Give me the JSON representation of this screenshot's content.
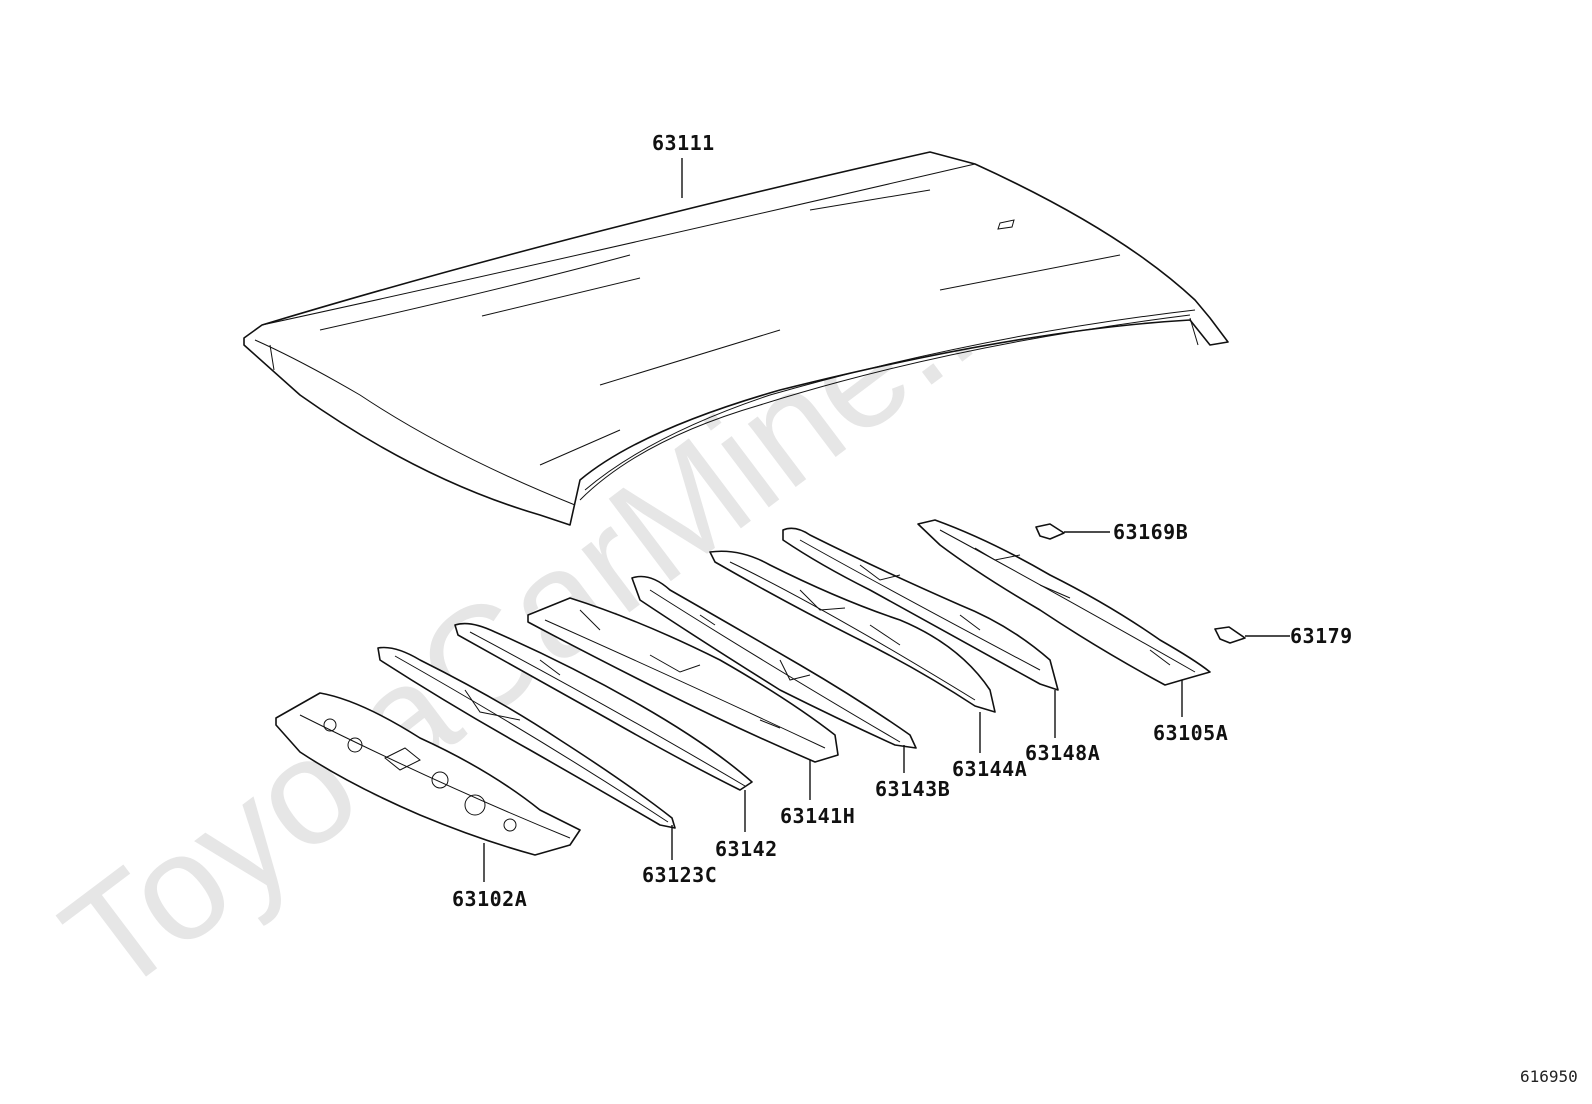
{
  "watermark": "ToyotaCarMine.ru",
  "figure_id": "616950",
  "parts": [
    {
      "id": "roof-panel",
      "label": "63111"
    },
    {
      "id": "rear-header",
      "label": "63102A"
    },
    {
      "id": "reinforcement-1",
      "label": "63123C"
    },
    {
      "id": "reinforcement-2",
      "label": "63142"
    },
    {
      "id": "reinforcement-3",
      "label": "63141H"
    },
    {
      "id": "reinforcement-4",
      "label": "63143B"
    },
    {
      "id": "reinforcement-5",
      "label": "63144A"
    },
    {
      "id": "reinforcement-6",
      "label": "63148A"
    },
    {
      "id": "front-header",
      "label": "63105A"
    },
    {
      "id": "bracket-a",
      "label": "63169B"
    },
    {
      "id": "bracket-b",
      "label": "63179"
    }
  ]
}
